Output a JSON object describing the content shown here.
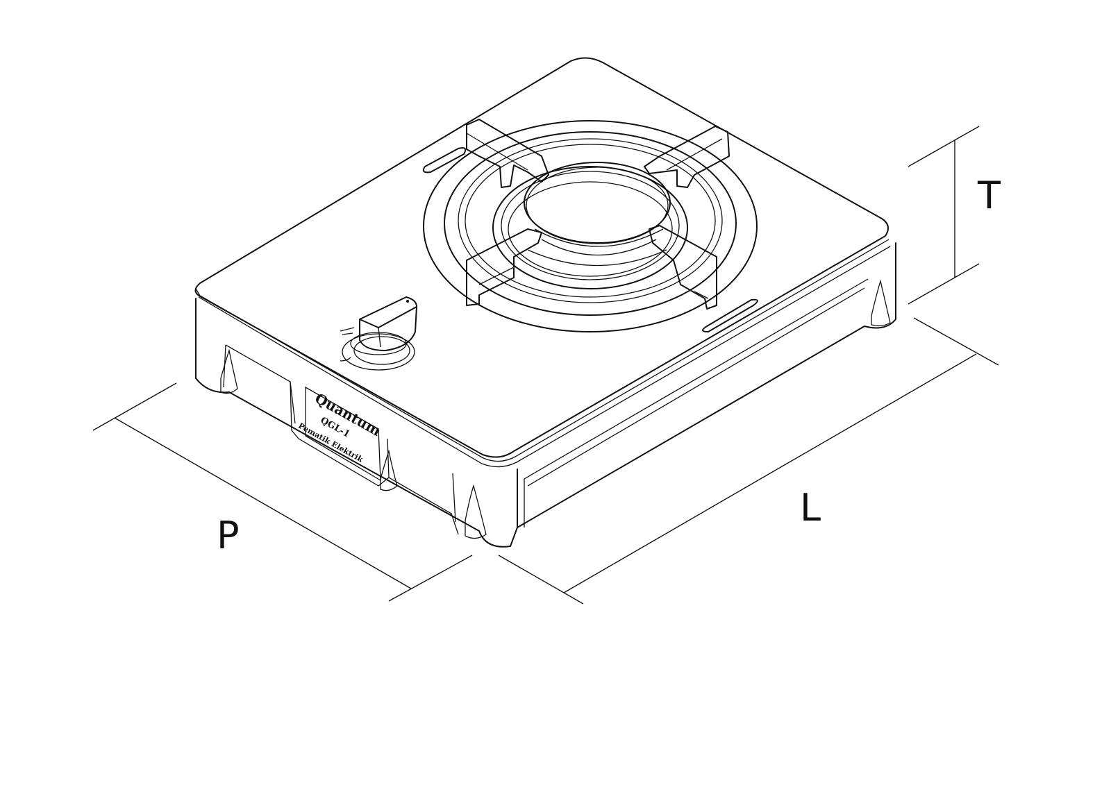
{
  "dimensions": {
    "depth_label": "P",
    "length_label": "L",
    "height_label": "T"
  },
  "product": {
    "brand": "Quantum",
    "model": "QGL-1",
    "ignition": "Pematik Elektrik"
  }
}
